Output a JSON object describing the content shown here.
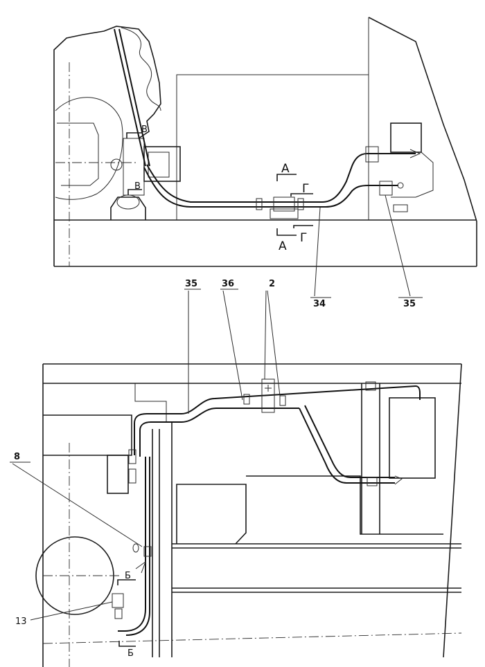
{
  "labels": {
    "section_a_top": "А",
    "section_a_bottom": "А",
    "section_g_top": "Г",
    "section_g_bottom": "Г",
    "section_v_top": "В",
    "section_v_bottom": "В",
    "section_b_top": "Б",
    "section_b_bottom": "Б",
    "part_34": "34",
    "part_35_top": "35",
    "part_35_bottom": "35",
    "part_36": "36",
    "part_2": "2",
    "part_8": "8",
    "part_13": "13"
  }
}
